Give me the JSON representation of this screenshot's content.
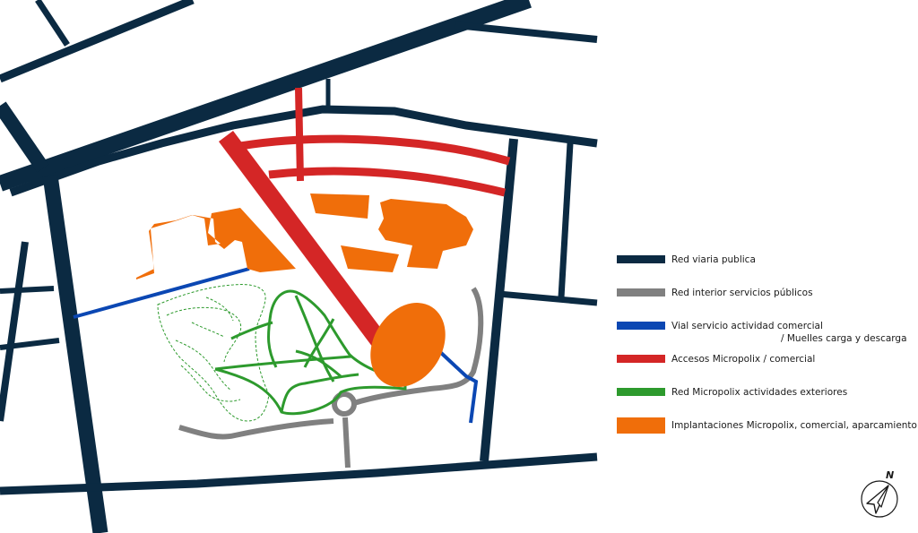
{
  "colors": {
    "red_viaria": "#0b2a42",
    "red_interior": "#808080",
    "vial_servicio": "#0b47b3",
    "accesos": "#d42626",
    "red_micropolix": "#2d9a2d",
    "implantaciones": "#f06e0a"
  },
  "legend": {
    "items": [
      {
        "label": "Red viaria publica",
        "color_key": "red_viaria"
      },
      {
        "label": "Red interior servicios públicos",
        "color_key": "red_interior"
      },
      {
        "label": "Vial servicio actividad comercial",
        "label2": "/ Muelles carga y descarga",
        "color_key": "vial_servicio"
      },
      {
        "label": "Accesos Micropolix / comercial",
        "color_key": "accesos"
      },
      {
        "label": "Red Micropolix actividades exteriores",
        "color_key": "red_micropolix"
      },
      {
        "label": "Implantaciones Micropolix, comercial, aparcamiento",
        "color_key": "implantaciones"
      }
    ]
  },
  "north_arrow": {
    "label": "N",
    "icon": "north-arrow-icon"
  }
}
